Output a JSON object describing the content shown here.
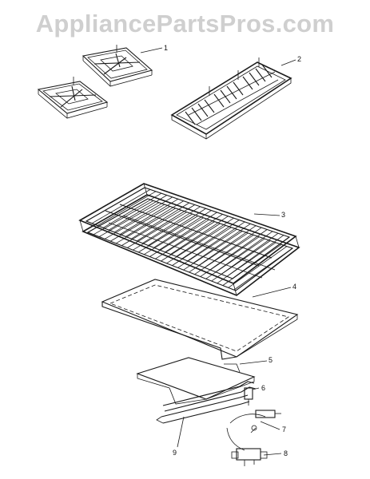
{
  "watermark": "AppliancePartsPros.com",
  "callouts": {
    "c1": "1",
    "c2": "2",
    "c3": "3",
    "c4": "4",
    "c5": "5",
    "c6": "6",
    "c7": "7",
    "c8": "8",
    "c9": "9"
  },
  "colors": {
    "line": "#1a1a1a",
    "watermark": "#cfcfcf",
    "background": "#ffffff"
  }
}
